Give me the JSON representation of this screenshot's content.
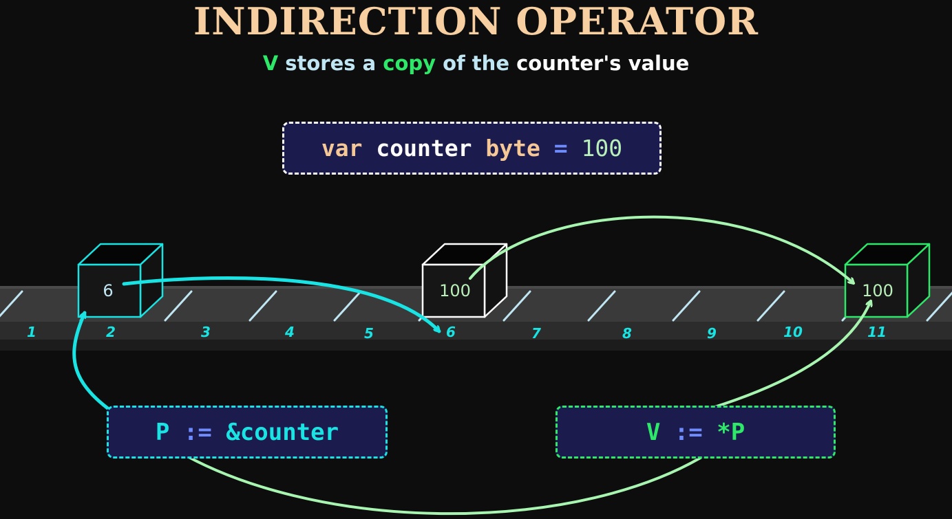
{
  "title": {
    "text": "INDIRECTION OPERATOR"
  },
  "subtitle": {
    "parts": [
      "V",
      " stores a ",
      "copy",
      " of the ",
      "counter's value"
    ]
  },
  "declaration": {
    "keyword": "var",
    "name": "counter",
    "type": "byte",
    "op": "=",
    "value": "100"
  },
  "pointer_statement": {
    "var": "P",
    "op": ":=",
    "expr": "&counter"
  },
  "deref_statement": {
    "var": "V",
    "op": ":=",
    "expr": "*P"
  },
  "memory": {
    "addresses": [
      "1",
      "2",
      "3",
      "4",
      "5",
      "6",
      "7",
      "8",
      "9",
      "10",
      "11"
    ],
    "boxes": [
      {
        "name": "P",
        "value": "6",
        "address": "2"
      },
      {
        "name": "counter",
        "value": "100",
        "address": "6"
      },
      {
        "name": "V",
        "value": "100",
        "address": "11"
      }
    ]
  },
  "colors": {
    "background": "#0d0d0d",
    "title": "#f7cfa0",
    "cyan": "#19e3e3",
    "green": "#2ee86a",
    "light_green": "#a7f5b0",
    "light_blue": "#bfe6f2",
    "white": "#ffffff",
    "code_bg": "#1b1b4e",
    "keyword": "#f5c896",
    "number": "#b9f0b9",
    "operator": "#6f8cff"
  }
}
